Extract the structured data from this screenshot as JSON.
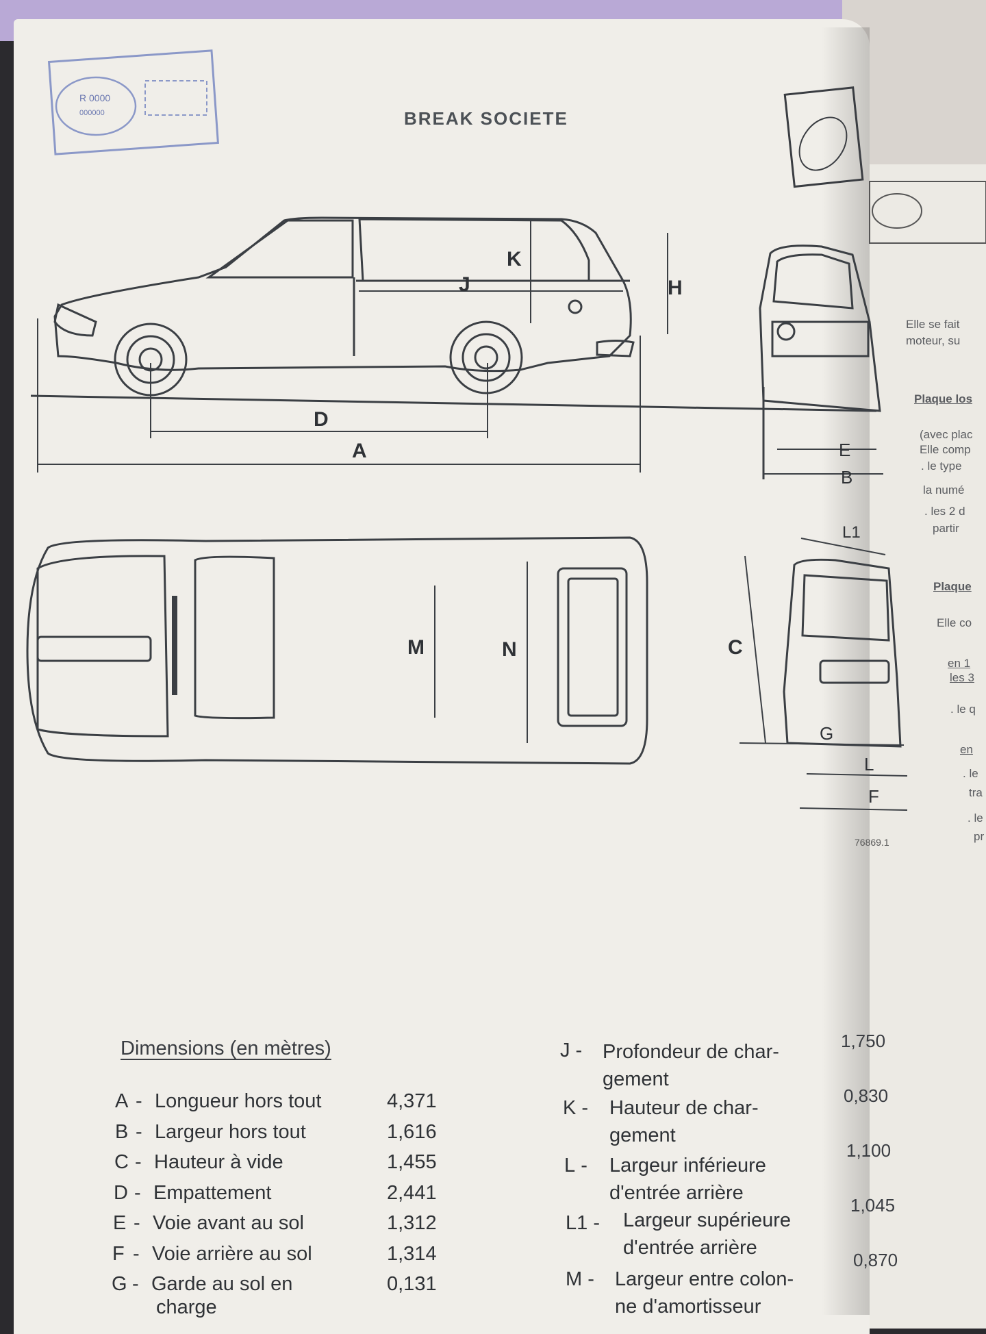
{
  "title": "BREAK SOCIETE",
  "stamp": {
    "line1": "R 0000",
    "line2": "000000"
  },
  "figure_ref": "76869.1",
  "diagram_labels": [
    "A",
    "B",
    "C",
    "D",
    "E",
    "F",
    "G",
    "H",
    "J",
    "K",
    "L",
    "L1",
    "M",
    "N"
  ],
  "dimensions": {
    "heading": "Dimensions (en mètres)",
    "left": [
      {
        "letter": "A",
        "label": "Longueur hors tout",
        "value": "4,371"
      },
      {
        "letter": "B",
        "label": "Largeur hors tout",
        "value": "1,616"
      },
      {
        "letter": "C",
        "label": "Hauteur à vide",
        "value": "1,455"
      },
      {
        "letter": "D",
        "label": "Empattement",
        "value": "2,441"
      },
      {
        "letter": "E",
        "label": "Voie avant au sol",
        "value": "1,312"
      },
      {
        "letter": "F",
        "label": "Voie arrière au sol",
        "value": "1,314"
      },
      {
        "letter": "G",
        "label": "Garde au sol en",
        "label2": "charge",
        "value": "0,131"
      }
    ],
    "right": [
      {
        "letter": "J",
        "label": "Profondeur de char-",
        "label2": "gement",
        "value": "1,750"
      },
      {
        "letter": "K",
        "label": "Hauteur de char-",
        "label2": "gement",
        "value": "0,830"
      },
      {
        "letter": "L",
        "label": "Largeur inférieure",
        "label2": "d'entrée arrière",
        "value": "1,100"
      },
      {
        "letter": "L1",
        "label": "Largeur supérieure",
        "label2": "d'entrée arrière",
        "value": "1,045"
      },
      {
        "letter": "M",
        "label": "Largeur entre colon-",
        "label2": "ne d'amortisseur",
        "value": "0,870"
      }
    ]
  },
  "right_page": {
    "lines": [
      "Elle se fait",
      "moteur, su",
      "Plaque los",
      "(avec plac",
      "Elle comp",
      ". le type",
      "la numé",
      ". les 2 d",
      "partir",
      "Plaque",
      "Elle co",
      "en 1",
      "les 3",
      ". le q",
      "en",
      ". le",
      "tra",
      ". le",
      "pr"
    ]
  }
}
